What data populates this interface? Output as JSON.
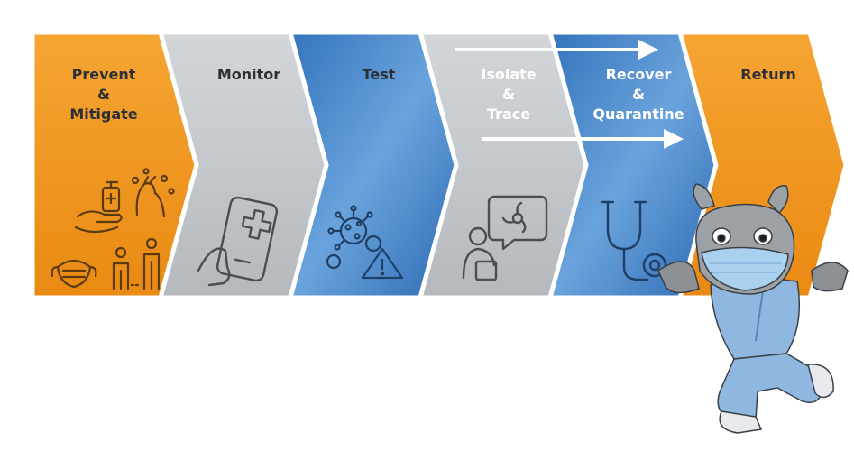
{
  "steps": [
    {
      "id": "prevent",
      "lines": [
        "Prevent",
        "&",
        "Mitigate"
      ],
      "color": "#f2961e",
      "text": "dark"
    },
    {
      "id": "monitor",
      "lines": [
        "Monitor"
      ],
      "color": "#c4c7cb",
      "text": "dark"
    },
    {
      "id": "test",
      "lines": [
        "Test"
      ],
      "color": "#3f7fc4",
      "text": "dark"
    },
    {
      "id": "isolate",
      "lines": [
        "Isolate",
        "&",
        "Trace"
      ],
      "color": "#c4c7cb",
      "text": "light"
    },
    {
      "id": "recover",
      "lines": [
        "Recover",
        "&",
        "Quarantine"
      ],
      "color": "#3f7fc4",
      "text": "light"
    },
    {
      "id": "return",
      "lines": [
        "Return"
      ],
      "color": "#f2961e",
      "text": "dark"
    }
  ],
  "icons": [
    "hand-sanitizer-icon",
    "hand-washing-icon",
    "face-mask-icon",
    "social-distancing-icon",
    "smartphone-medical-icon",
    "virus-warning-icon",
    "contact-tracing-icon",
    "stethoscope-icon"
  ],
  "mascot": "masked-mascot"
}
